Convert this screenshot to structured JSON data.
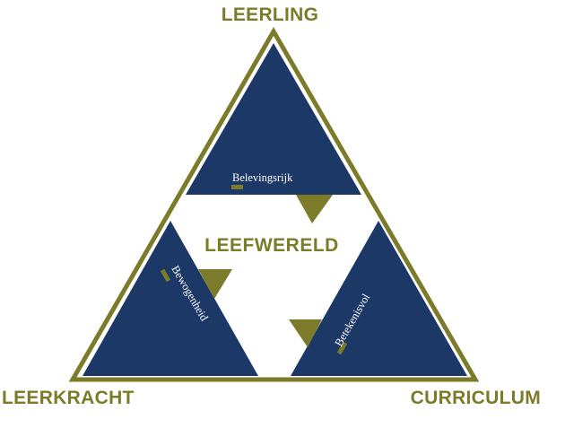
{
  "corners": {
    "top": "LEERLING",
    "left": "LEERKRACHT",
    "right": "CURRICULUM"
  },
  "center": "LEEFWERELD",
  "segments": {
    "top": "Belevingsrijk",
    "left": "Bewogenheid",
    "right": "Betekenisvol"
  },
  "colors": {
    "olive": "#7b7b2a",
    "navy": "#1c3866",
    "white": "#ffffff"
  }
}
